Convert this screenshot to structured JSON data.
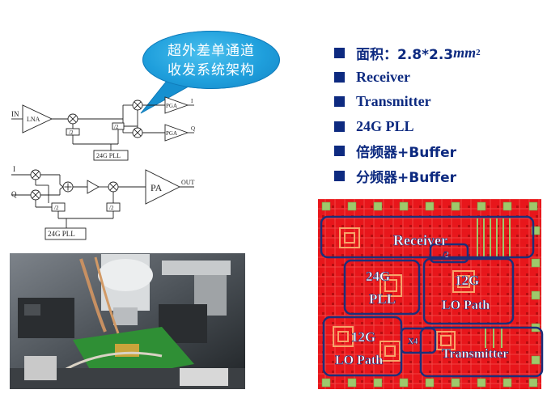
{
  "bubble": {
    "line1": "超外差单通道",
    "line2": "收发系统架构"
  },
  "specs": {
    "area_prefix": "面积：2.8*2.3",
    "area_unit": "mm",
    "area_exp": "2",
    "items": [
      "Receiver",
      "Transmitter",
      "24G PLL",
      "倍频器+Buffer",
      "分频器+Buffer"
    ]
  },
  "receiver_diagram": {
    "input": "IN",
    "lna": "LNA",
    "pga_top": "PGA",
    "pga_bottom": "PGA",
    "out_i": "I",
    "out_q": "Q",
    "div_label": "/2",
    "pll": "24G PLL"
  },
  "transmitter_diagram": {
    "in_i": "I",
    "in_q": "Q",
    "pa": "PA",
    "output": "OUT",
    "div_label": "/2",
    "pll": "24G PLL"
  },
  "chip": {
    "receiver": "Receiver",
    "div_block": "/2",
    "pll_line1": "24G",
    "pll_line2": "PLL",
    "lo_top_line1": "12G",
    "lo_top_line2": "LO Path",
    "lo_bot_line1": "12G",
    "lo_bot_line2": "LO Path",
    "mul_block": "X4",
    "transmitter": "Transmitter"
  },
  "colors": {
    "accent_blue": "#0d2a80",
    "chip_red": "#e8161b",
    "outline": "#1c2f7a",
    "bubble": "#1f9fdc"
  }
}
